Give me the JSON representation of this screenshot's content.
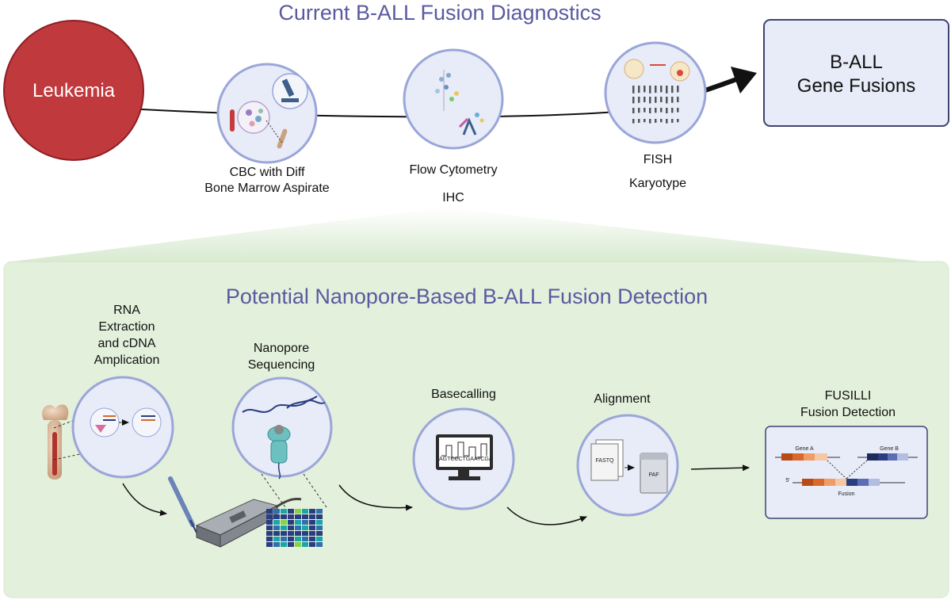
{
  "top": {
    "title": "Current B-ALL Fusion Diagnostics",
    "start_label": "Leukemia",
    "steps": [
      {
        "lines": [
          "CBC with Diff",
          "Bone Marrow Aspirate"
        ]
      },
      {
        "lines": [
          "Flow Cytometry",
          "IHC"
        ]
      },
      {
        "lines": [
          "FISH",
          "Karyotype"
        ]
      }
    ],
    "result": {
      "line1": "B-ALL",
      "line2": "Gene Fusions"
    }
  },
  "bottom": {
    "title": "Potential Nanopore-Based B-ALL Fusion Detection",
    "steps": [
      {
        "lines": [
          "RNA",
          "Extraction",
          "and cDNA",
          "Amplication"
        ]
      },
      {
        "lines": [
          "Nanopore",
          "Sequencing"
        ]
      },
      {
        "lines": [
          "Basecalling"
        ]
      },
      {
        "lines": [
          "Alignment"
        ]
      },
      {
        "lines": [
          "FUSILLI",
          "Fusion Detection"
        ]
      }
    ],
    "sequence_text": "AGTCCCTGAATCGA",
    "fastq_label": "FASTQ",
    "paf_label": "PAF",
    "gene_a": "Gene A",
    "gene_b": "Gene B",
    "fusion_label": "Fusion",
    "five_prime": "5'"
  },
  "colors": {
    "title": "#5a5aa0",
    "leukemia": "#c0393c",
    "circle_fill": "#e8ebf8",
    "circle_stroke": "#9aa6d8",
    "panel": "#e3f0dc",
    "result_box": "#e8ebf8",
    "gene_a": "#d9682a",
    "gene_b": "#2a3d7e"
  }
}
